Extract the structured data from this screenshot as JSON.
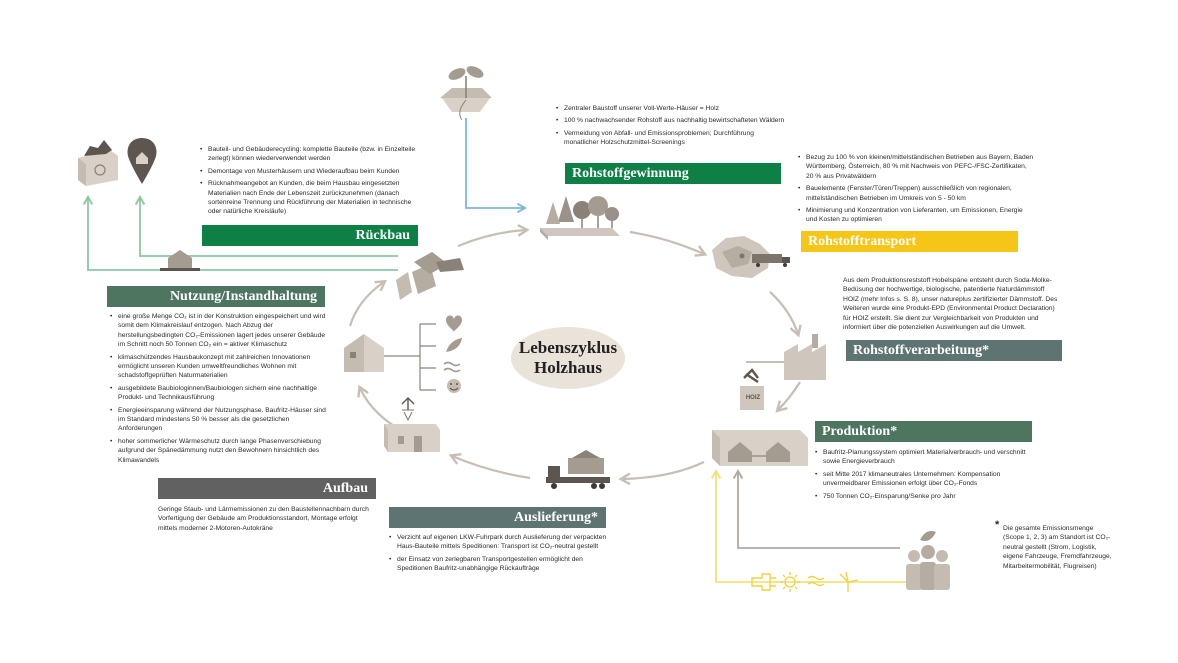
{
  "center_title": {
    "line1": "Lebenszyklus",
    "line2": "Holzhaus"
  },
  "colors": {
    "green_dark": "#0e8046",
    "green_gray": "#4d7560",
    "yellow": "#f5c518",
    "slate": "#5e7473",
    "charcoal": "#616161",
    "blue_arrow": "#7fb8d8",
    "mint_arrow": "#8cc7a6",
    "gray_arrow": "#c7beb5",
    "yellow_arrow": "#f4e27a"
  },
  "sections": {
    "rohstoffgewinnung": {
      "title": "Rohstoffgewinnung",
      "bullets": [
        "Zentraler Baustoff unserer Voll-Werte-Häuser = Holz",
        "100 % nachwachsender Rohstoff aus nachhaltig bewirtschafteten Wäldern",
        "Vermeidung von Abfall- und Emissionsproblemen; Durchführung monatlicher Holzschutzmittel-Screenings"
      ]
    },
    "rohstofftransport": {
      "title": "Rohstofftransport",
      "bullets": [
        "Bezug zu 100 % von kleinen/mittelständischen Betrieben aus Bayern, Baden Württemberg, Österreich, 80 % mit Nachweis von PEFC-/FSC-Zertifikaten, 20 % aus Privatwäldern",
        "Bauelemente (Fenster/Türen/Treppen) ausschließlich von regionalen, mittelständischen Betrieben im Umkreis von 5 - 50 km",
        "Minimierung und Konzentration von Lieferanten, um Emissionen, Energie und Kosten zu optimieren"
      ]
    },
    "rohstoffverarbeitung": {
      "title": "Rohstoffverarbeitung*",
      "text": "Aus dem Produktionsreststoff Hobelspäne entsteht durch Soda-Molke-Bedüsung der hochwertige, biologische, patentierte Naturdämmstoff HOIZ (mehr Infos s. S. 8), unser natureplus zertifizierter Dämmstoff. Des Weiteren wurde eine Produkt-EPD (Environmental Product Declaration) für HOIZ erstellt. Sie dient zur Vergleichbarkeit von Produkten und informiert über die potenziellen Auswirkungen auf die Umwelt."
    },
    "produktion": {
      "title": "Produktion*",
      "bullets": [
        "Baufritz-Planungssystem optimiert Materialverbrauch- und verschnitt sowie Energieverbrauch",
        "seit Mitte 2017 klimaneutrales Unternehmen: Kompensation unvermeidbarer Emissionen erfolgt über CO₂-Fonds",
        "750 Tonnen CO₂-Einsparung/Senke pro Jahr"
      ]
    },
    "auslieferung": {
      "title": "Auslieferung*",
      "bullets": [
        "Verzicht auf eigenen LKW-Fuhrpark durch Auslieferung der verpackten Haus-Bauteile mittels Speditionen: Transport ist CO₂-neutral gestellt",
        "der Einsatz von zerlegbaren Transportgestellen ermöglicht den Speditionen Baufritz-unabhängige Rückaufträge"
      ]
    },
    "aufbau": {
      "title": "Aufbau",
      "text": "Geringe Staub- und Lärmemissionen zu den Baustellennachbarn durch Vorfertigung der Gebäude am Produktionsstandort, Montage erfolgt mittels moderner 2-Motoren-Autokräne"
    },
    "nutzung": {
      "title": "Nutzung/Instandhaltung",
      "bullets": [
        "eine große Menge CO₂ ist in der Konstruktion eingespeichert und wird somit dem Klimakreislauf entzogen. Nach Abzug der herstellungsbedingten CO₂-Emissionen lagert jedes unserer Gebäude im Schnitt noch 50 Tonnen CO₂ ein = aktiver Klimaschutz",
        "klimaschützendes Hausbaukonzept mit zahlreichen Innovationen ermöglicht unseren Kunden umweltfreundliches Wohnen mit schadstoffgeprüften Naturmaterialien",
        "ausgebildete Baubiologinnen/Baubiologen sichern eine nachhaltige Produkt- und Technikausführung",
        "Energieeinsparung während der Nutzungsphase. Baufritz-Häuser sind im Standard mindestens 50 % besser als die gesetzlichen Anforderungen",
        "hoher sommerlicher Wärmeschutz durch lange Phasenverschiebung aufgrund der Spänedämmung nutzt den Bewohnern hinsichtlich des Klimawandels"
      ]
    },
    "rueckbau": {
      "title": "Rückbau",
      "bullets": [
        "Bauteil- und Gebäuderecycling: komplette Bauteile (bzw. in Einzelteile zerlegt) können wiederverwendet werden",
        "Demontage von Musterhäusern und Wiederaufbau beim Kunden",
        "Rücknahmeangebot an Kunden, die beim Hausbau eingesetzten Materialien nach Ende der Lebenszeit zurückzunehmen (danach sortenreine Trennung und Rückführung der Materialien in technische oder natürliche Kreisläufe)"
      ]
    }
  },
  "footnote": {
    "mark": "*",
    "text": "Die gesamte Emissionsmenge (Scope 1, 2, 3) am Standort ist CO₂-neutral gestellt (Strom, Logistik, eigene Fahrzeuge, Fremdfahrzeuge, Mitarbeitermobilität, Flugreisen)"
  },
  "icons": {
    "hoiz_label": "HOIZ",
    "list": [
      "sprout-icon",
      "forest-icon",
      "map-truck-icon",
      "factory-icon",
      "hoiz-box-icon",
      "production-hall-icon",
      "truck-icon",
      "crane-house-icon",
      "house-usage-icon",
      "heart-icon",
      "leaf-icon",
      "smiley-icon",
      "house-parts-icon",
      "recycling-box-icon",
      "location-pin-icon",
      "people-icon",
      "plug-icon",
      "sun-icon",
      "wind-icon",
      "waves-icon"
    ]
  }
}
